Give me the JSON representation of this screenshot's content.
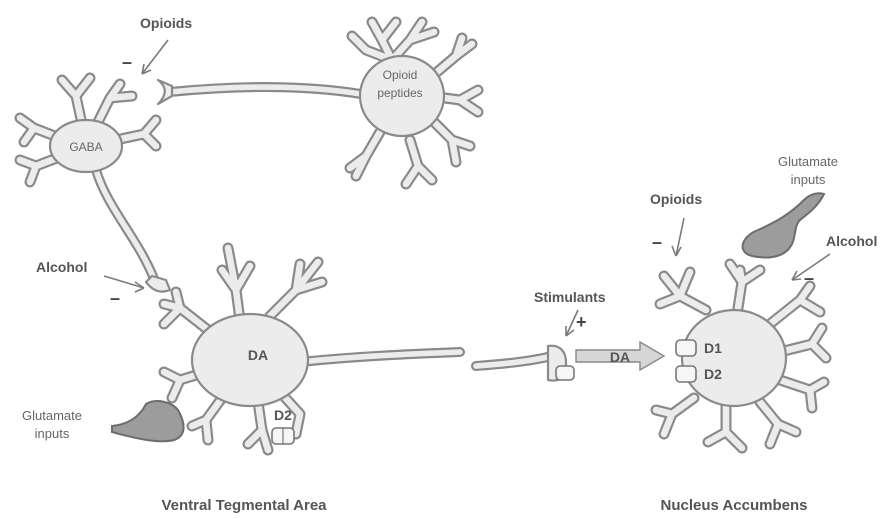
{
  "labels": {
    "opioids_top": "Opioids",
    "gaba": "GABA",
    "opioid_peptides_1": "Opioid",
    "opioid_peptides_2": "peptides",
    "alcohol_left": "Alcohol",
    "glutamate_left_1": "Glutamate",
    "glutamate_left_2": "inputs",
    "da_cell": "DA",
    "d2_left": "D2",
    "stimulants": "Stimulants",
    "da_release": "DA",
    "opioids_right": "Opioids",
    "glutamate_right_1": "Glutamate",
    "glutamate_right_2": "inputs",
    "alcohol_right": "Alcohol",
    "d1_right": "D1",
    "d2_right": "D2",
    "vta": "Ventral Tegmental Area",
    "nac": "Nucleus Accumbens"
  },
  "signs": {
    "opioids_top": "–",
    "alcohol_left": "–",
    "stimulants": "+",
    "opioids_right": "–",
    "alcohol_right": "–"
  },
  "colors": {
    "cell_fill": "#ececec",
    "cell_outline": "#8a8a8a",
    "terminal_fill": "#9c9c9c",
    "text": "#555555"
  }
}
